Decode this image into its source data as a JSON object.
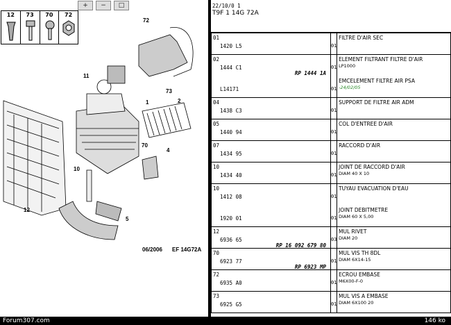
{
  "toolbar": {
    "zoom_in": "+",
    "zoom_out": "−",
    "zoom_fit": "□"
  },
  "legend": [
    "12",
    "73",
    "70",
    "72"
  ],
  "callouts": [
    "72",
    "11",
    "1",
    "2",
    "73",
    "70",
    "4",
    "10",
    "12",
    "5"
  ],
  "footer": {
    "site": "Forum307.com",
    "size": "146 ko",
    "drawing_ref": "06/2006",
    "drawing_code": "EF 14G72A"
  },
  "header": {
    "date": "22/10/0 1",
    "title": "T9F 1 14G 72A"
  },
  "rows": [
    {
      "ref": "01",
      "code": "1420 L5",
      "extra": "",
      "qty": "01",
      "desc": "FILTRE D'AIR SEC",
      "sub": ""
    },
    {
      "ref": "02",
      "code": "1444 C1",
      "extra": "RP 1444 1A",
      "qty": "01",
      "desc": "ELEMENT FILTRANT FILTRE D'AIR",
      "sub": "LP1000"
    },
    {
      "ref": "",
      "code": "L14171",
      "extra": "",
      "qty": "01",
      "desc": "EMCELEMENT FILTRE AIR PSA",
      "sub": "-24/02/05"
    },
    {
      "ref": "04",
      "code": "1438 C3",
      "extra": "",
      "qty": "01",
      "desc": "SUPPORT DE FILTRE AIR ADM",
      "sub": ""
    },
    {
      "ref": "05",
      "code": "1440 94",
      "extra": "",
      "qty": "01",
      "desc": "COL D'ENTREE D'AIR",
      "sub": ""
    },
    {
      "ref": "07",
      "code": "1434 95",
      "extra": "",
      "qty": "01",
      "desc": "RACCORD D'AIR",
      "sub": ""
    },
    {
      "ref": "10",
      "code": "1434 40",
      "extra": "",
      "qty": "01",
      "desc": "JOINT DE RACCORD D'AIR",
      "sub": "DIAM 40 X 10"
    },
    {
      "ref": "10",
      "code": "1412 08",
      "extra": "",
      "qty": "01",
      "desc": "TUYAU EVACUATION D'EAU",
      "sub": ""
    },
    {
      "ref": "",
      "code": "1920 01",
      "extra": "",
      "qty": "01",
      "desc": "JOINT DEBITMETRE",
      "sub": "DIAM 60 X 5,00"
    },
    {
      "ref": "12",
      "code": "6936 65",
      "extra": "RP 16 092 679 80",
      "qty": "03",
      "desc": "MUL RIVET",
      "sub": "DIAM 20"
    },
    {
      "ref": "70",
      "code": "6923 77",
      "extra": "RP 6923 MP",
      "qty": "01",
      "desc": "MUL VIS TH 8DL",
      "sub": "DIAM 6X14-15"
    },
    {
      "ref": "72",
      "code": "6935 A0",
      "extra": "",
      "qty": "01",
      "desc": "ECROU EMBASE",
      "sub": "M6X00-F-0"
    },
    {
      "ref": "73",
      "code": "6925 G5",
      "extra": "",
      "qty": "01",
      "desc": "MUL VIS A EMBASE",
      "sub": "DIAM 6X100 20"
    }
  ]
}
